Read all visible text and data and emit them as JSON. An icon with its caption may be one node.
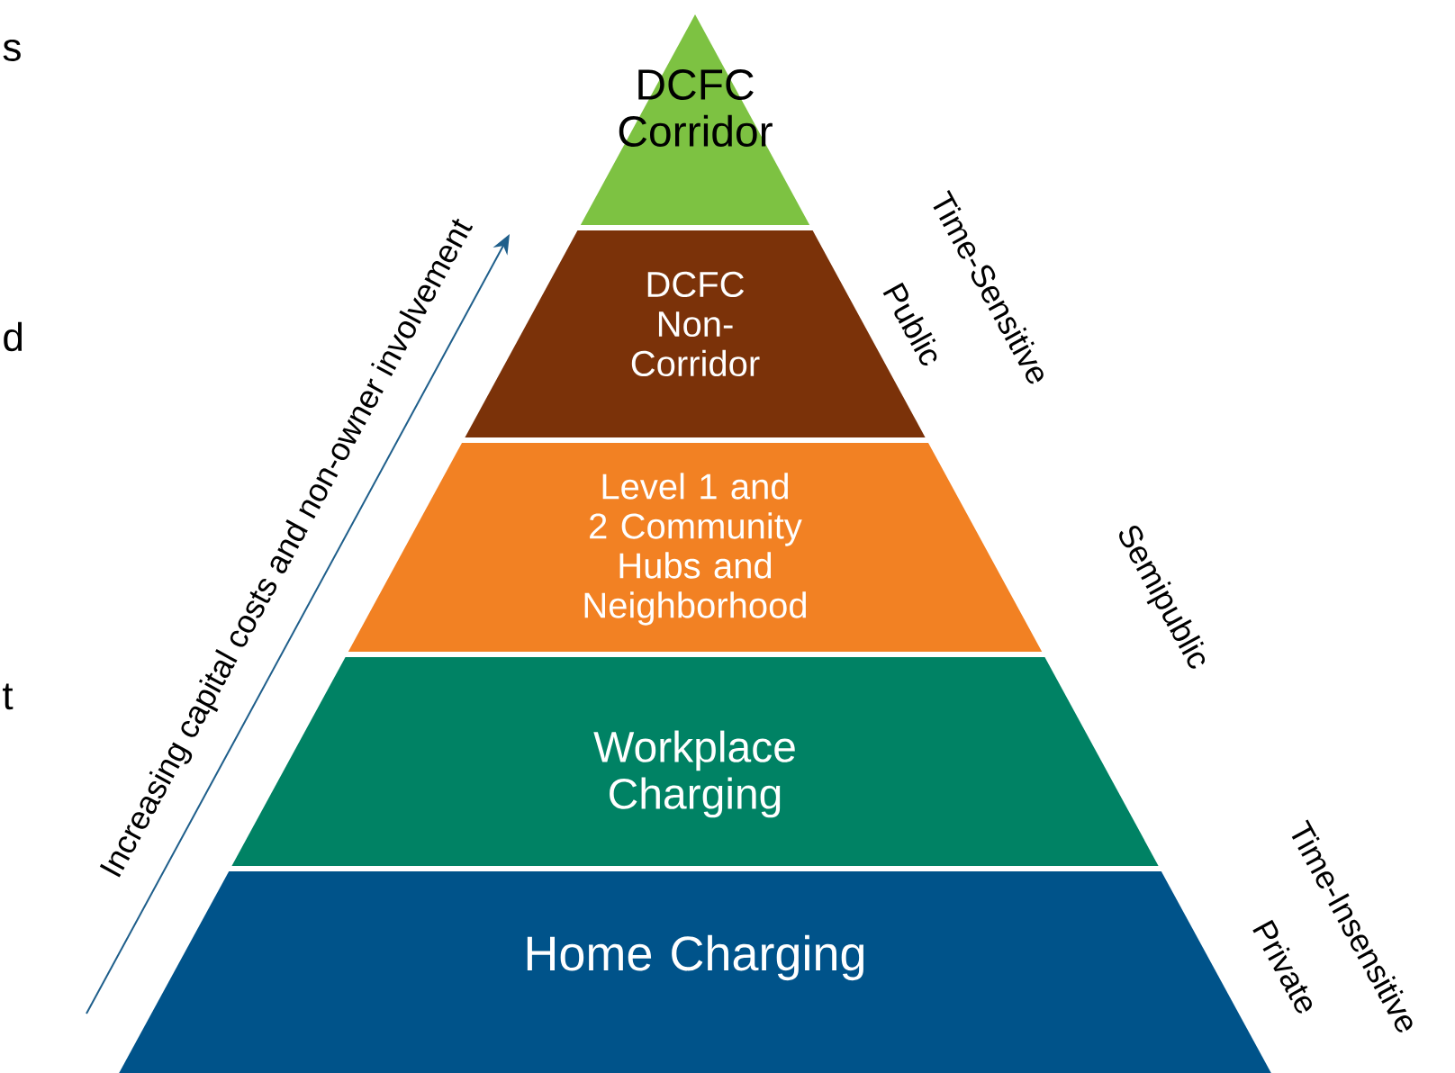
{
  "diagram": {
    "nodes": [
      {
        "text": [
          "DCFC Corridor"
        ]
      },
      {
        "text": [
          "DCFC Non-Corridor"
        ]
      },
      {
        "text": [
          "Level 1 and 2 Community Hubs and Neighborhood"
        ]
      },
      {
        "text": [
          "Workplace Charging"
        ]
      },
      {
        "text": [
          "Home Charging"
        ]
      }
    ],
    "labels": [
      "s",
      "d",
      "t",
      "Increasing capital costs and non-owner involvement",
      "Time-Sensitive",
      "Public",
      "Semipublic",
      "Time-Insensitive",
      "Private"
    ]
  }
}
